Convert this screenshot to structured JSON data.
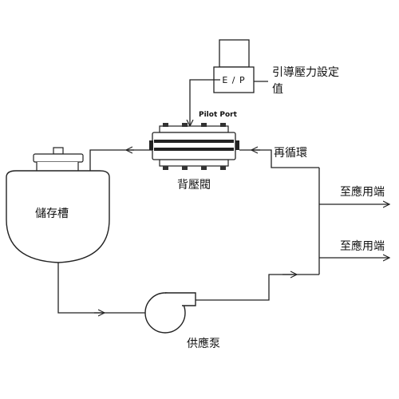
{
  "labels": {
    "ep_box": "E / P",
    "pilot_setting": "引導壓力設定",
    "pilot_setting_2": "值",
    "pilot_port": "Pilot Port",
    "back_pressure_valve": "背壓閥",
    "recirculation": "再循環",
    "to_use_point_1": "至應用端",
    "to_use_point_2": "至應用端",
    "storage_tank": "儲存槽",
    "supply_pump": "供應泵"
  }
}
